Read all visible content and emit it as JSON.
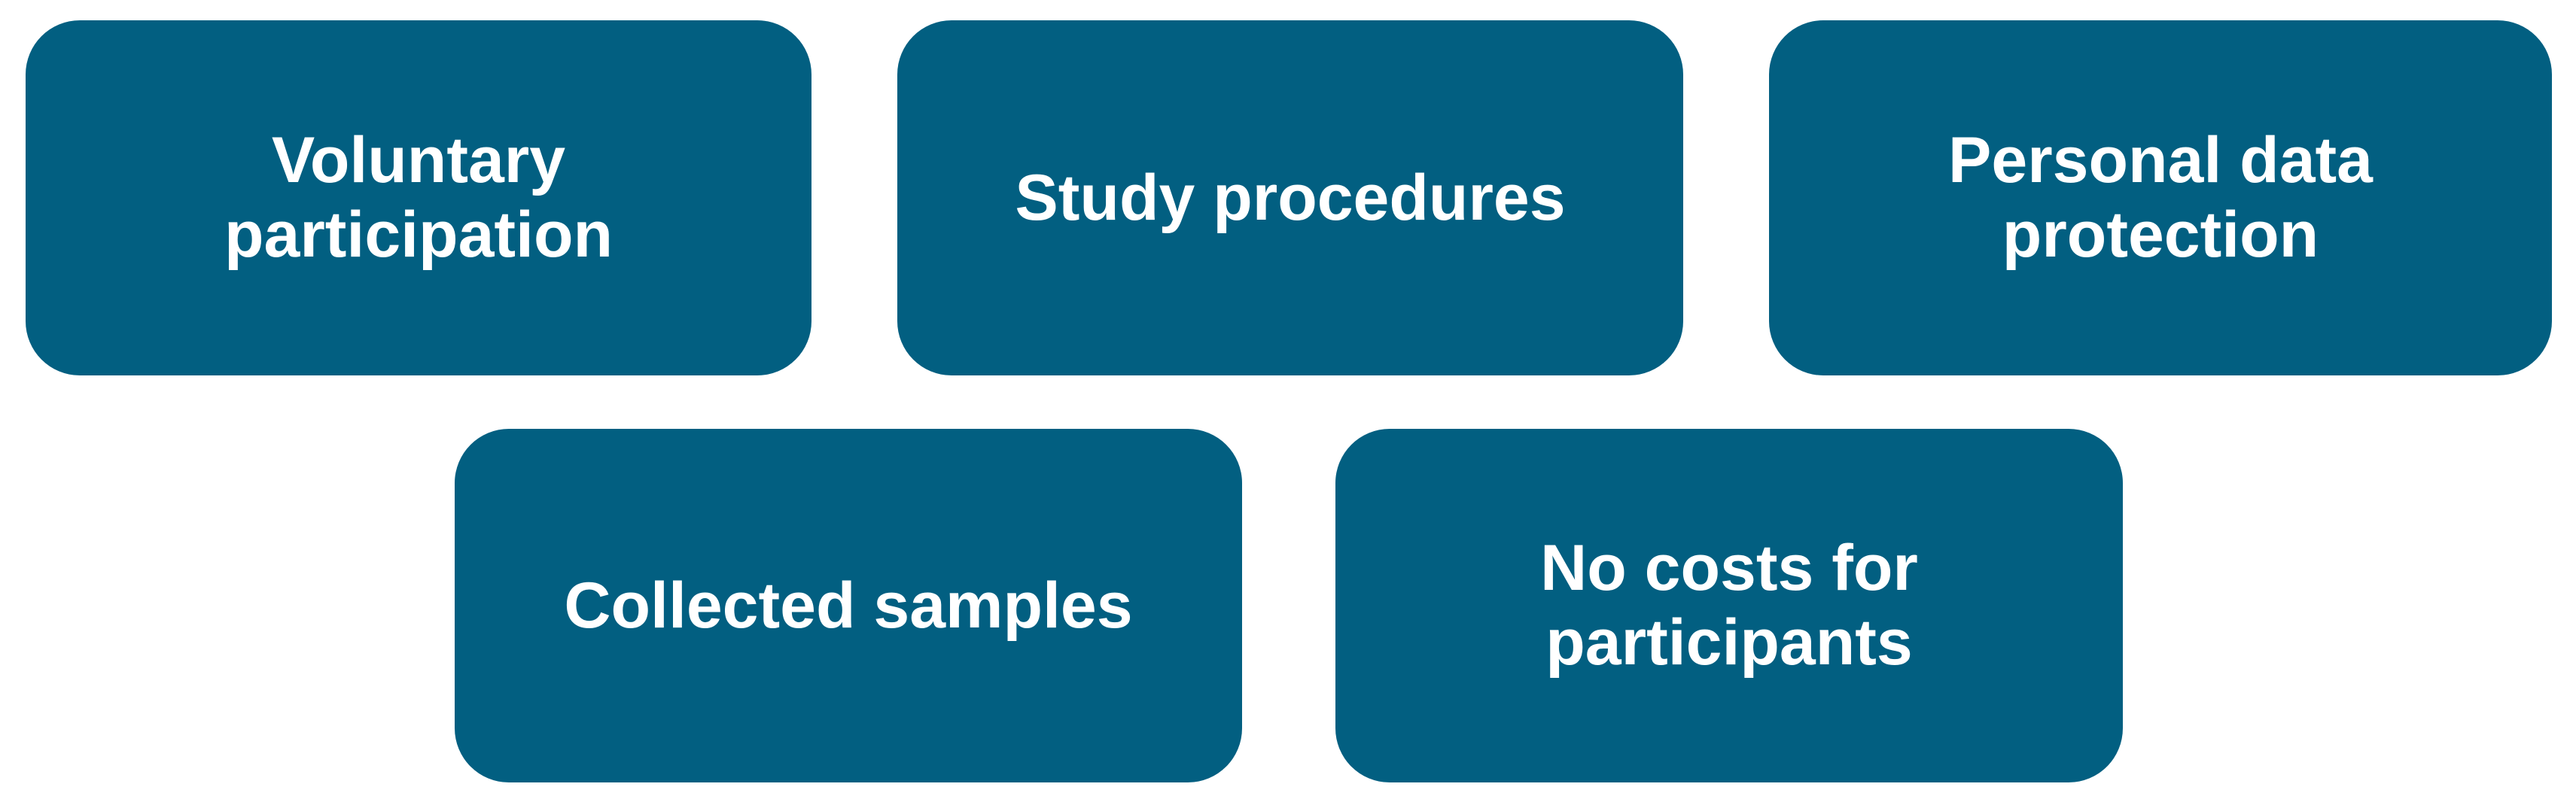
{
  "theme": {
    "box_color": "#025f81",
    "text_color": "#ffffff",
    "background_color": "#ffffff"
  },
  "boxes": [
    {
      "label": "Voluntary\nparticipation"
    },
    {
      "label": "Study procedures"
    },
    {
      "label": "Personal data\nprotection"
    },
    {
      "label": "Collected samples"
    },
    {
      "label": "No costs for\nparticipants"
    }
  ]
}
